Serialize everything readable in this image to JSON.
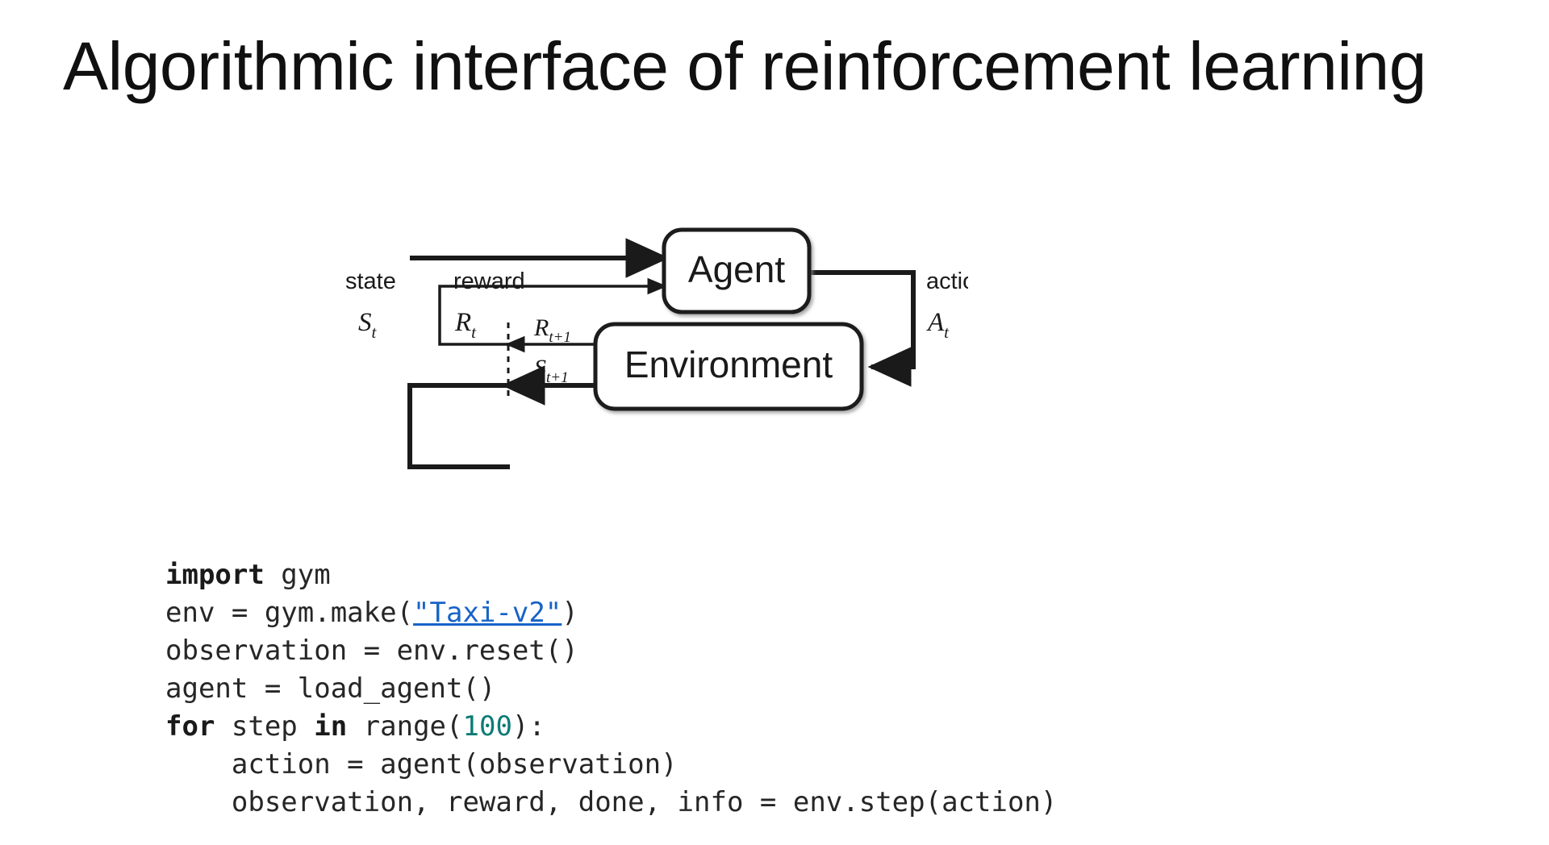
{
  "slide": {
    "title": "Algorithmic interface of reinforcement learning",
    "background_color": "#ffffff",
    "title_color": "#101010"
  },
  "diagram": {
    "name": "agent-environment-interaction-loop",
    "nodes": [
      {
        "id": "agent",
        "label": "Agent"
      },
      {
        "id": "environment",
        "label": "Environment"
      }
    ],
    "edge_labels": {
      "state_word": "state",
      "state_symbol": "S",
      "state_subscript": "t",
      "reward_word": "reward",
      "reward_symbol": "R",
      "reward_subscript": "t",
      "action_word": "action",
      "action_symbol": "A",
      "action_subscript": "t",
      "next_reward_symbol": "R",
      "next_reward_subscript": "t+1",
      "next_state_symbol": "S",
      "next_state_subscript": "t+1"
    },
    "stroke_color": "#1a1a1a",
    "fill_color": "#ffffff"
  },
  "code": {
    "language": "python",
    "lines": [
      {
        "id": "line-1",
        "text": "import gym",
        "tokens": [
          {
            "t": "import",
            "k": "kw"
          },
          {
            "t": " gym",
            "k": "plain"
          }
        ]
      },
      {
        "id": "line-2",
        "text": "env = gym.make(\"Taxi-v2\")",
        "tokens": [
          {
            "t": "env = gym.make(",
            "k": "plain"
          },
          {
            "t": "\"Taxi-v2\"",
            "k": "str-link"
          },
          {
            "t": ")",
            "k": "plain"
          }
        ]
      },
      {
        "id": "line-3",
        "text": "observation = env.reset()",
        "tokens": [
          {
            "t": "observation = env.reset()",
            "k": "plain"
          }
        ]
      },
      {
        "id": "line-4",
        "text": "agent = load_agent()",
        "tokens": [
          {
            "t": "agent = load_agent()",
            "k": "plain"
          }
        ]
      },
      {
        "id": "line-5",
        "text": "for step in range(100):",
        "tokens": [
          {
            "t": "for",
            "k": "kw"
          },
          {
            "t": " step ",
            "k": "plain"
          },
          {
            "t": "in",
            "k": "kw"
          },
          {
            "t": " range(",
            "k": "plain"
          },
          {
            "t": "100",
            "k": "num"
          },
          {
            "t": "):",
            "k": "plain"
          }
        ]
      },
      {
        "id": "line-6",
        "text": "    action = agent(observation)",
        "tokens": [
          {
            "t": "    action = agent(observation)",
            "k": "plain"
          }
        ]
      },
      {
        "id": "line-7",
        "text": "    observation, reward, done, info = env.step(action)",
        "tokens": [
          {
            "t": "    observation, reward, done, info = env.step(action)",
            "k": "plain"
          }
        ]
      }
    ],
    "colors": {
      "plain": "#262626",
      "keyword": "#1a1a1a",
      "number": "#0b7b75",
      "string_link": "#1763c7"
    }
  }
}
